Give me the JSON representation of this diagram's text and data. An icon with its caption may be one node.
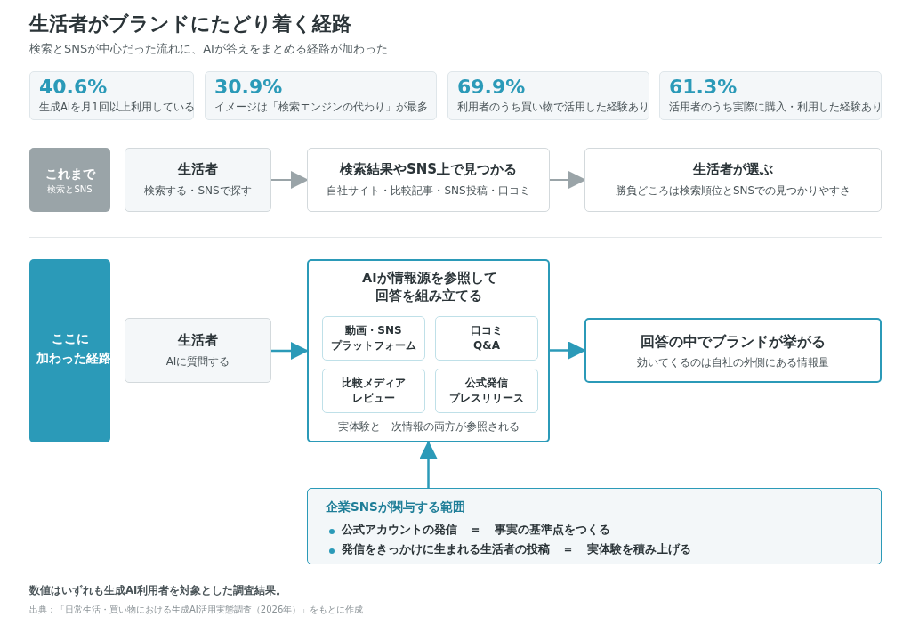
{
  "diagram": {
    "title": "生活者がブランドにたどり着く経路",
    "nodes": [
      {
        "text": [
          "40.6%",
          "生成AIを月1回以上利用している"
        ]
      },
      {
        "text": [
          "30.9%",
          "イメージは「検索エンジンの代わり」が最多"
        ]
      },
      {
        "text": [
          "69.9%",
          "利用者のうち買い物で活用した経験あり"
        ]
      },
      {
        "text": [
          "61.3%",
          "活用者のうち実際に購入・利用した経験あり"
        ]
      },
      {
        "text": [
          "これまで",
          "検索とSNS"
        ]
      },
      {
        "text": [
          "生活者",
          "検索する・SNSで探す"
        ]
      },
      {
        "text": [
          "検索結果やSNS上で見つかる",
          "自社サイト・比較記事・SNS投稿・口コミ"
        ]
      },
      {
        "text": [
          "生活者が選ぶ",
          "勝負どころは検索順位とSNSでの見つかりやすさ"
        ]
      },
      {
        "text": [
          "ここに加わった経路"
        ]
      },
      {
        "text": [
          "生活者",
          "AIに質問する"
        ]
      },
      {
        "text": [
          "AIが情報源を参照して回答を組み立てる",
          "実体験と一次情報の両方が参照される"
        ]
      },
      {
        "text": [
          "動画・SNSプラットフォーム"
        ],
        "in": 10
      },
      {
        "text": [
          "口コミQ&A"
        ],
        "in": 10
      },
      {
        "text": [
          "比較メディアレビュー"
        ],
        "in": 10
      },
      {
        "text": [
          "公式発信プレスリリース"
        ],
        "in": 10
      },
      {
        "text": [
          "回答の中でブランドが挙がる",
          "効いてくるのは自社の外側にある情報量"
        ]
      },
      {
        "text": [
          "企業SNSが関与する範囲",
          "公式アカウントの発信 ＝ 事実の基準点をつくる",
          "発信をきっかけに生まれる生活者の投稿 ＝ 実体験を積み上げる"
        ]
      }
    ],
    "edges": [
      {
        "from": 5,
        "to": 6,
        "arrow": "to",
        "color": "#9aa4a8"
      },
      {
        "from": 6,
        "to": 7,
        "arrow": "to",
        "color": "#9aa4a8"
      },
      {
        "from": 9,
        "to": 10,
        "arrow": "to"
      },
      {
        "from": 10,
        "to": 15,
        "arrow": "to"
      },
      {
        "from": 16,
        "to": 10,
        "arrow": "to"
      }
    ],
    "labels": [
      "検索とSNSが中心だった流れに、AIが答えをまとめる経路が加わった",
      "数値はいずれも生成AI利用者を対象とした調査結果。",
      "出典：「日常生活・買い物における生成AI活用実態調査（2026年）」をもとに作成"
    ]
  }
}
